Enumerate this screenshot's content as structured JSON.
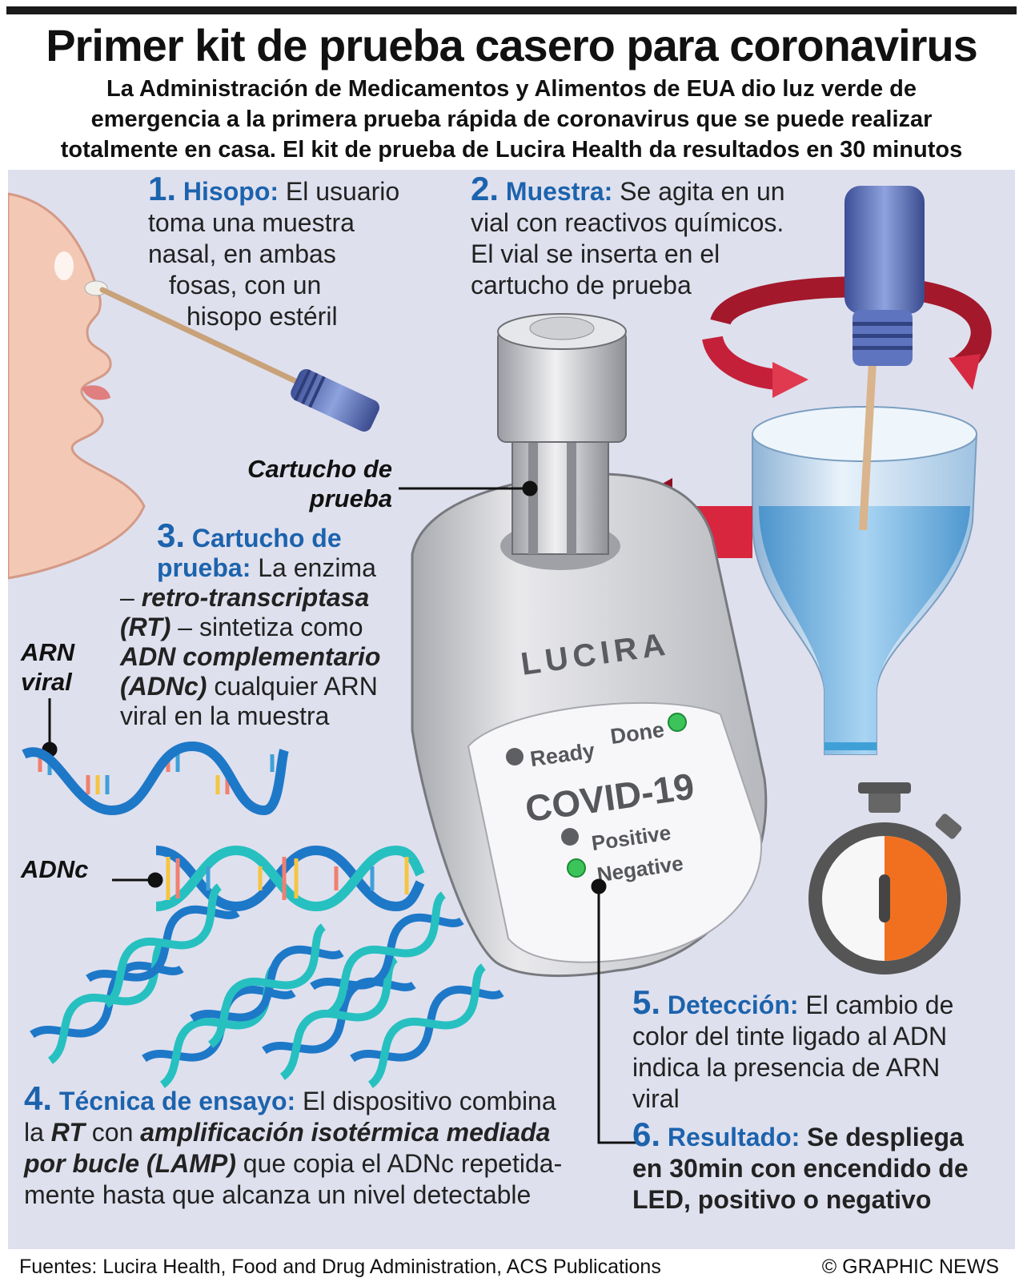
{
  "title": "Primer kit de prueba casero para coronavirus",
  "subtitle": [
    "La Administración de Medicamentos y Alimentos de EUA dio luz verde de",
    "emergencia a la primera prueba rápida de coronavirus que se puede realizar",
    "totalmente en casa. El kit de prueba de Lucira Health da resultados en 30 minutos"
  ],
  "steps": {
    "s1": {
      "num": "1.",
      "head": "Hisopo:",
      "lines": [
        "El usuario",
        "toma una muestra",
        "nasal, en ambas",
        "fosas, con un",
        "hisopo estéril"
      ]
    },
    "s2": {
      "num": "2.",
      "head": "Muestra:",
      "lines": [
        "Se agita en un",
        "vial con reactivos químicos.",
        "El vial se inserta en el",
        "cartucho de prueba"
      ]
    },
    "s3": {
      "num": "3.",
      "head1": "Cartucho de",
      "head2": "prueba:",
      "t1": "La enzima",
      "t2": "– ",
      "t3": "retro-transcriptasa",
      "t4": "(RT)",
      "t5": " – sintetiza como",
      "t6": "ADN complementario",
      "t7": "(ADNc)",
      "t8": " cualquier ARN",
      "t9": "viral en la muestra"
    },
    "s4": {
      "num": "4.",
      "head": "Técnica de ensayo:",
      "t1": "El dispositivo combina",
      "t2": "la ",
      "t3": "RT",
      "t4": " con ",
      "t5": "amplificación isotérmica mediada",
      "t6": "por bucle (LAMP)",
      "t7": " que copia el ADNc repetida-",
      "t8": "mente hasta que alcanza un nivel detectable"
    },
    "s5": {
      "num": "5.",
      "head": "Detección:",
      "lines": [
        "El cambio de",
        "color del tinte ligado al ADN",
        "indica la presencia de ARN",
        "viral"
      ]
    },
    "s6": {
      "num": "6.",
      "head": "Resultado:",
      "lines": [
        "Se despliega",
        "en 30min con encendido de",
        "LED, positivo o negativo"
      ]
    }
  },
  "labels": {
    "cartridge": [
      "Cartucho de",
      "prueba"
    ],
    "arn": [
      "ARN",
      "viral"
    ],
    "adnc": "ADNc"
  },
  "device": {
    "brand": "LUCIRA",
    "ready": "Ready",
    "done": "Done",
    "covid": "COVID-19",
    "positive": "Positive",
    "negative": "Negative"
  },
  "footer": {
    "sources": "Fuentes: Lucira Health, Food and Drug Administration, ACS Publications",
    "credit": "© GRAPHIC NEWS"
  },
  "colors": {
    "accent_blue": "#1c63ad",
    "panel": "#dfe0ee",
    "arrow_red": "#c8203a",
    "led_green": "#3cc45a",
    "timer_orange": "#f07020"
  }
}
